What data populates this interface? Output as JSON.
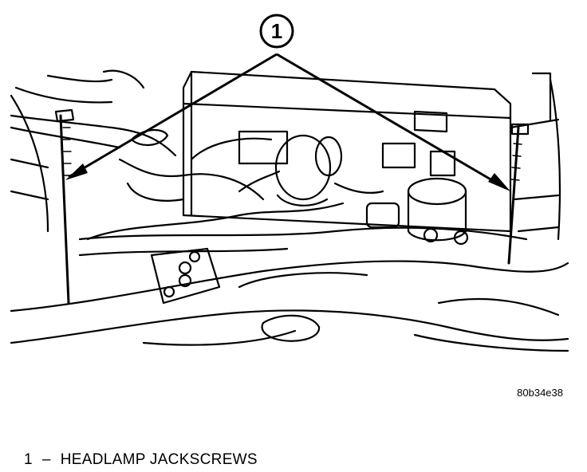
{
  "callout": {
    "number": "1"
  },
  "figure_code": "80b34e38",
  "legend": {
    "number": "1",
    "separator": "–",
    "label": "HEADLAMP JACKSCREWS"
  }
}
